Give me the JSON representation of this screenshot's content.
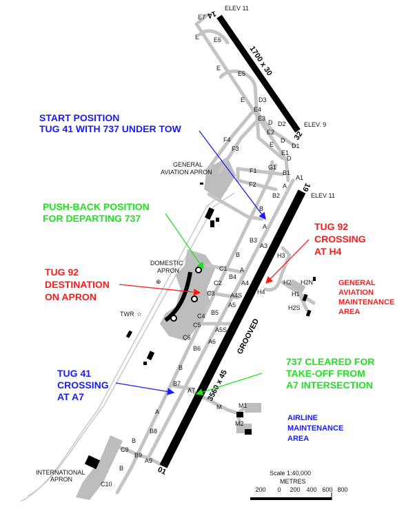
{
  "colors": {
    "blue": "#1a1aff",
    "green": "#22e022",
    "red": "#ff1a1a",
    "taxiway": "#c4c4c4",
    "runway": "#000000"
  },
  "runways": {
    "r14_label": "14",
    "r32_label": "32",
    "r19_label": "19",
    "r01_label": "01",
    "short_dims": "1700 x 30",
    "main_dims": "3560 x 45",
    "main_surface": "GROOVED"
  },
  "elevations": {
    "top": "ELEV  11",
    "r32": "ELEV. 9",
    "r19": "ELEV  11"
  },
  "areas": {
    "ga_apron": [
      "GENERAL",
      "AVIATION  APRON"
    ],
    "domestic_apron": [
      "DOMESTIC",
      "APRON"
    ],
    "tower": "TWR",
    "international_apron": [
      "INTERNATIONAL",
      "APRON"
    ]
  },
  "annotations": {
    "start_position": [
      "START POSITION",
      "TUG 41 WITH 737 UNDER TOW"
    ],
    "pushback": [
      "PUSH-BACK POSITION",
      "FOR DEPARTING 737"
    ],
    "tug92_destination": [
      "TUG 92",
      "DESTINATION",
      "ON APRON"
    ],
    "tug92_crossing": [
      "TUG 92",
      "CROSSING",
      "AT H4"
    ],
    "ga_maintenance": [
      "GENERAL",
      "AVIATION",
      "MAINTENANCE",
      "AREA"
    ],
    "tug41_crossing": [
      "TUG 41",
      "CROSSING",
      "AT A7"
    ],
    "takeoff": [
      "737 CLEARED FOR",
      "TAKE-OFF FROM",
      "A7 INTERSECTION"
    ],
    "airline_maintenance": [
      "AIRLINE",
      "MAINTENANCE",
      "AREA"
    ]
  },
  "taxiway_labels": [
    "E7",
    "E",
    "E6",
    "E",
    "E5",
    "E",
    "D3",
    "E4",
    "E3",
    "D",
    "D2",
    "E2",
    "D",
    "E",
    "D1",
    "E1",
    "D",
    "G1",
    "B1",
    "A1",
    "F1",
    "F2",
    "A",
    "B2",
    "F4",
    "F3",
    "B",
    "A",
    "B3",
    "A3",
    "H3",
    "B",
    "C1",
    "A",
    "B4",
    "A4",
    "C2",
    "H2",
    "H2N",
    "H4",
    "H1",
    "C3",
    "A4S",
    "A5",
    "B5",
    "H2S",
    "C4",
    "C5",
    "A5S",
    "C6",
    "A6",
    "B6",
    "B",
    "B7",
    "A7",
    "M",
    "M1",
    "A",
    "M2",
    "B8",
    "B",
    "C9",
    "B9",
    "A9",
    "B",
    "C10"
  ],
  "scale": {
    "title": "Scale 1:40,000",
    "unit": "METRES",
    "ticks": [
      "200",
      "0",
      "200",
      "400",
      "600",
      "800"
    ]
  }
}
